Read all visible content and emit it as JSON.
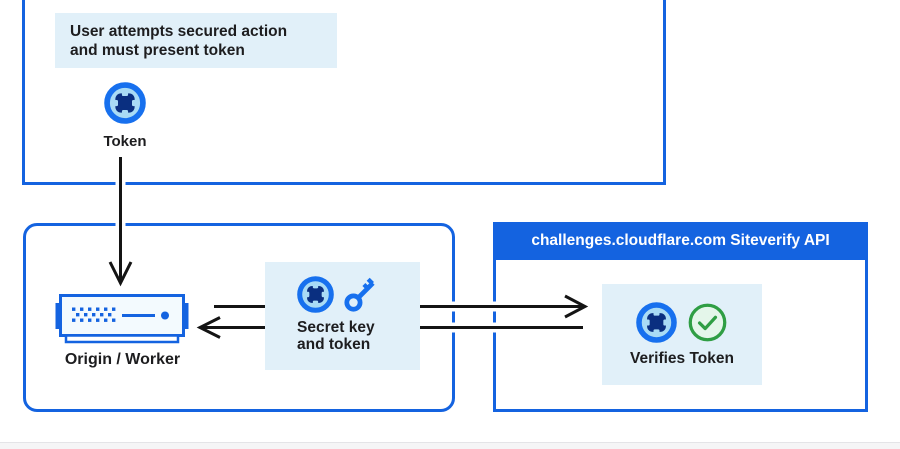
{
  "colors": {
    "blue": "#1463E0",
    "icon_blue": "#1770EE",
    "navy": "#0A2F80",
    "panel_blue": "#E1F0F9",
    "icon_light": "#A9DBF5",
    "green": "#2F9E44",
    "green_light": "#E4F6EA",
    "text": "#1D1D1F",
    "arrow_black": "#141414",
    "footer_bg": "#F5F5F6",
    "footer_border": "#E4E4E7",
    "server_fill": "#F3FAFE"
  },
  "user_box": {
    "message_line1": "User attempts secured action",
    "message_line2": "and must present token",
    "token_label": "Token"
  },
  "origin_box": {
    "label": "Origin / Worker",
    "secret_line1": "Secret key",
    "secret_line2": "and token"
  },
  "siteverify_box": {
    "header": "challenges.cloudflare.com Siteverify API",
    "verify_label": "Verifies Token"
  },
  "icons": {
    "token": "turnstile-token-icon",
    "key": "secret-key-icon",
    "server": "origin-server-icon",
    "check": "verified-check-icon"
  }
}
